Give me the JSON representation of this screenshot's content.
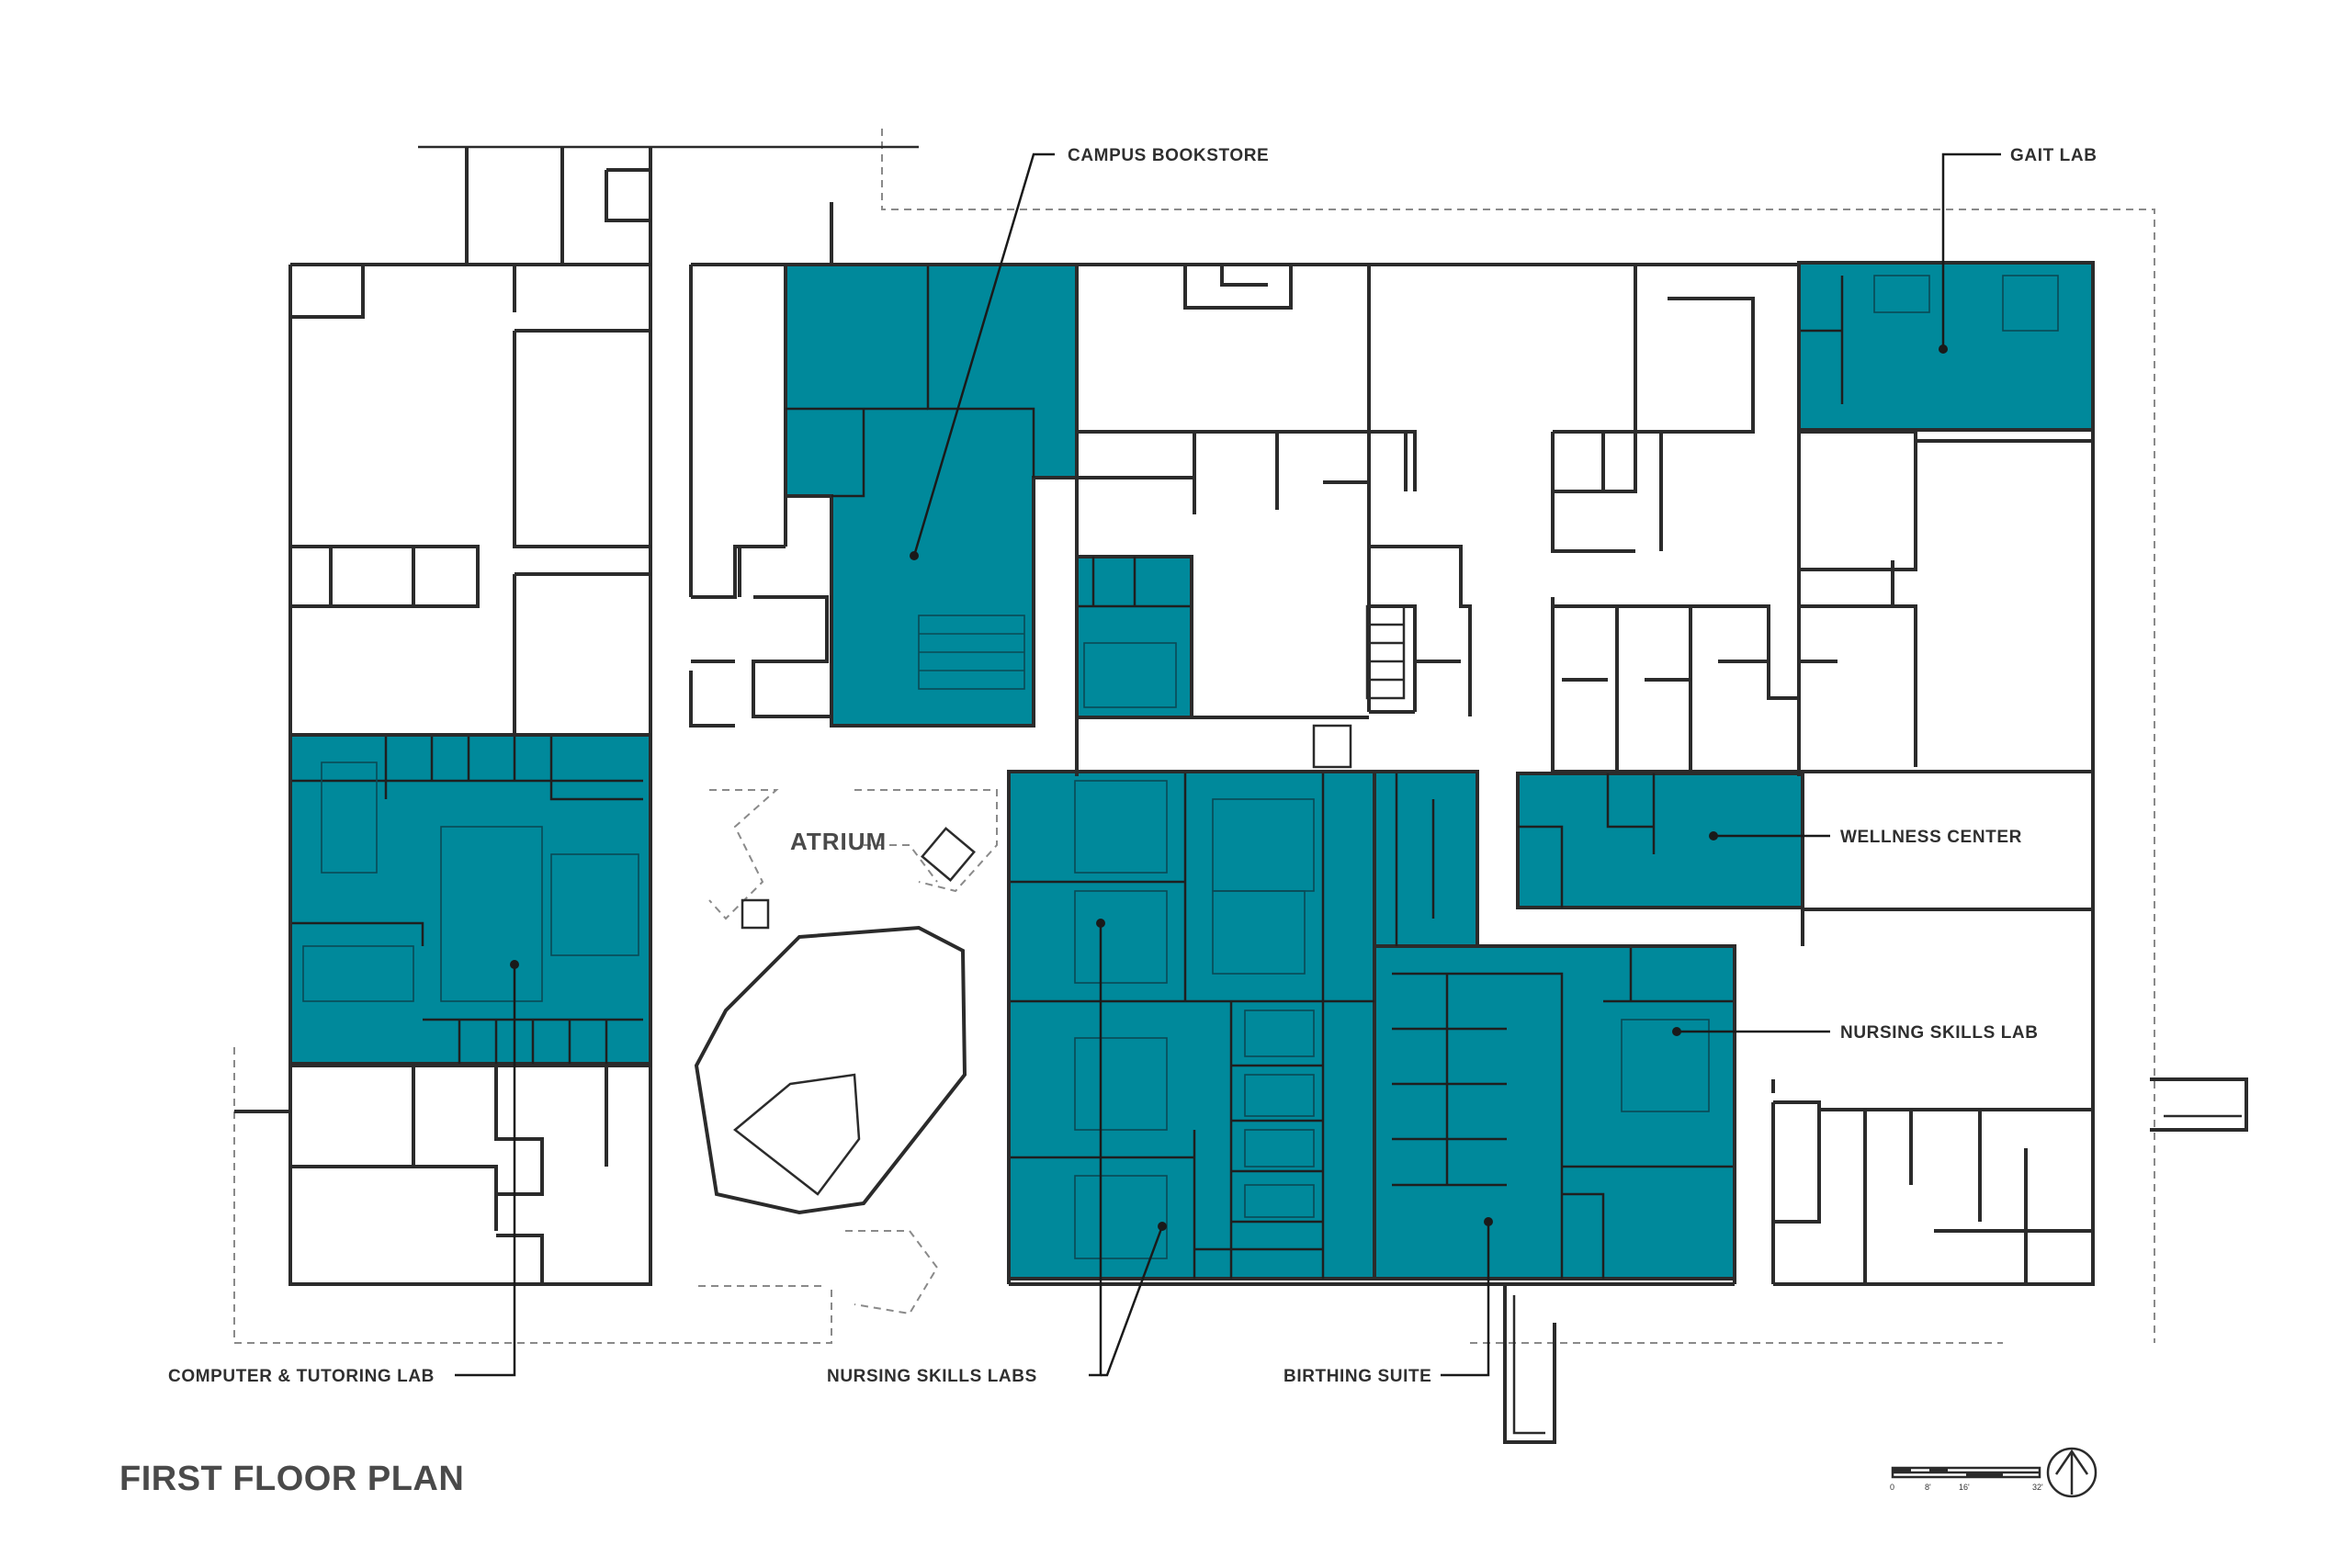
{
  "title": "FIRST FLOOR PLAN",
  "colors": {
    "highlight": "#00899b",
    "walls": "#2b2b2b",
    "label_text": "#2f2f2f"
  },
  "rooms": {
    "atrium": "ATRIUM"
  },
  "callouts": {
    "campus_bookstore": "CAMPUS BOOKSTORE",
    "gait_lab": "GAIT LAB",
    "wellness_center": "WELLNESS CENTER",
    "nursing_skills_lab": "NURSING SKILLS LAB",
    "computer_tutoring_lab": "COMPUTER & TUTORING LAB",
    "nursing_skills_labs": "NURSING SKILLS LABS",
    "birthing_suite": "BIRTHING SUITE"
  },
  "scale_bar": {
    "ticks": [
      "0",
      "8'",
      "16'",
      "32'"
    ]
  },
  "north_arrow_icon": "north-arrow-icon"
}
